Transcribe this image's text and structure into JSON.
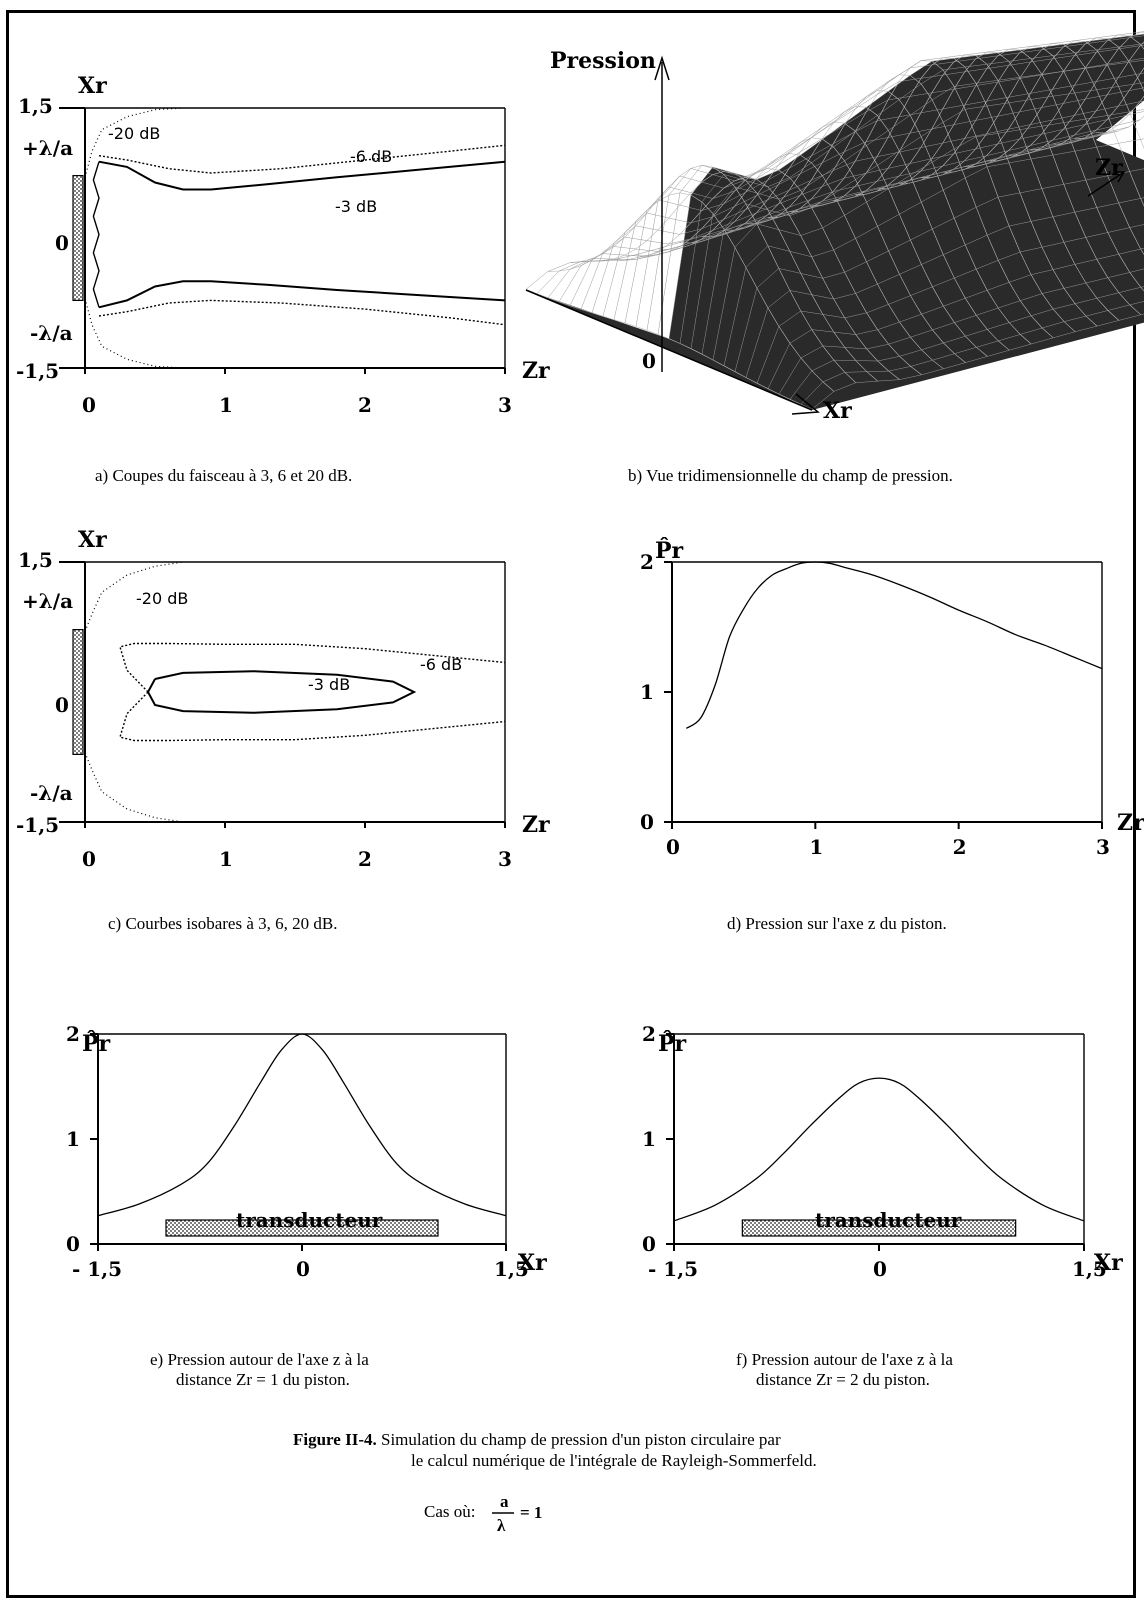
{
  "colors": {
    "ink": "#000000",
    "hatch": "#9a9a9a"
  },
  "panels": {
    "a": {
      "caption": "a)  Coupes du faisceau à 3, 6 et 20 dB.",
      "ylabel": "Xr",
      "xlabel": "Zr",
      "yticks": [
        "1,5",
        "+λ/a",
        "0",
        "-λ/a",
        "-1,5"
      ],
      "xticks": [
        "0",
        "1",
        "2",
        "3"
      ],
      "levels": [
        "-20 dB",
        "-6 dB",
        "-3 dB"
      ]
    },
    "b": {
      "caption": "b)  Vue tridimensionnelle du champ de pression.",
      "zlabel": "Pression",
      "axis_zr": "Zr",
      "axis_xr": "Xr",
      "origin": "0"
    },
    "c": {
      "caption": "c)  Courbes isobares à 3, 6, 20 dB.",
      "ylabel": "Xr",
      "xlabel": "Zr",
      "yticks": [
        "1,5",
        "+λ/a",
        "0",
        "-λ/a",
        "-1,5"
      ],
      "xticks": [
        "0",
        "1",
        "2",
        "3"
      ],
      "levels": [
        "-20 dB",
        "-6 dB",
        "-3 dB"
      ]
    },
    "d": {
      "caption": "d)  Pression sur l'axe z du piston.",
      "ylabel": "P̂r",
      "xlabel": "Zr"
    },
    "e": {
      "caption_1": "e)  Pression autour de l'axe z à la",
      "caption_2": "distance Zr = 1 du piston.",
      "ylabel": "P̂r",
      "xlabel": "Xr",
      "bar_label": "transducteur"
    },
    "f": {
      "caption_1": "f)  Pression autour de l'axe z à la",
      "caption_2": "distance  Zr = 2  du piston.",
      "ylabel": "P̂r",
      "xlabel": "Xr",
      "bar_label": "transducteur"
    }
  },
  "figure": {
    "label": "Figure II-4.",
    "line1": " Simulation du champ de pression d'un piston circulaire par",
    "line2": "le calcul numérique de l'intégrale de Rayleigh-Sommerfeld.",
    "case_text": "Cas où:",
    "frac_num": "a",
    "frac_den": "λ",
    "case_value": "= 1"
  },
  "chart_data": [
    {
      "id": "d",
      "type": "line",
      "title": "d)  Pression sur l'axe z du piston.",
      "xlabel": "Zr",
      "ylabel": "P̂r",
      "xlim": [
        0,
        3
      ],
      "ylim": [
        0,
        2
      ],
      "xticks": [
        0,
        1,
        2,
        3
      ],
      "yticks": [
        0,
        1,
        2
      ],
      "x": [
        0.1,
        0.2,
        0.3,
        0.4,
        0.5,
        0.6,
        0.7,
        0.8,
        0.9,
        1.0,
        1.1,
        1.2,
        1.4,
        1.6,
        1.8,
        2.0,
        2.2,
        2.4,
        2.6,
        2.8,
        3.0
      ],
      "y": [
        0.72,
        0.8,
        1.05,
        1.42,
        1.64,
        1.8,
        1.9,
        1.95,
        1.99,
        2.0,
        1.99,
        1.96,
        1.9,
        1.82,
        1.73,
        1.63,
        1.54,
        1.44,
        1.36,
        1.27,
        1.18
      ]
    },
    {
      "id": "e",
      "type": "line",
      "title": "e)  Pression autour de l'axe z à la distance Zr = 1 du piston.",
      "xlabel": "Xr",
      "ylabel": "P̂r",
      "xlim": [
        -1.5,
        1.5
      ],
      "ylim": [
        0,
        2
      ],
      "xticks": [
        "- 1,5",
        "0",
        "1,5"
      ],
      "yticks": [
        0,
        1,
        2
      ],
      "x": [
        -1.5,
        -1.2,
        -0.9,
        -0.7,
        -0.5,
        -0.3,
        -0.15,
        0,
        0.15,
        0.3,
        0.5,
        0.7,
        0.9,
        1.2,
        1.5
      ],
      "y": [
        0.27,
        0.38,
        0.56,
        0.76,
        1.12,
        1.55,
        1.85,
        2.0,
        1.85,
        1.55,
        1.12,
        0.76,
        0.56,
        0.38,
        0.27
      ],
      "transducer": [
        -1.0,
        1.0
      ]
    },
    {
      "id": "f",
      "type": "line",
      "title": "f)  Pression autour de l'axe z à la distance Zr = 2 du piston.",
      "xlabel": "Xr",
      "ylabel": "P̂r",
      "xlim": [
        -1.5,
        1.5
      ],
      "ylim": [
        0,
        2
      ],
      "xticks": [
        "- 1,5",
        "0",
        "1,5"
      ],
      "yticks": [
        0,
        1,
        2
      ],
      "x": [
        -1.5,
        -1.2,
        -0.9,
        -0.7,
        -0.5,
        -0.3,
        -0.15,
        0,
        0.15,
        0.3,
        0.5,
        0.7,
        0.9,
        1.2,
        1.5
      ],
      "y": [
        0.22,
        0.37,
        0.62,
        0.86,
        1.13,
        1.38,
        1.53,
        1.58,
        1.53,
        1.38,
        1.13,
        0.86,
        0.62,
        0.37,
        0.22
      ],
      "transducer": [
        -1.0,
        1.0
      ]
    },
    {
      "id": "c",
      "type": "contour",
      "title": "c)  Courbes isobares à 3, 6, 20 dB.",
      "xlabel": "Zr",
      "ylabel": "Xr",
      "xlim": [
        0,
        3
      ],
      "ylim": [
        -1.5,
        1.5
      ],
      "levels": [
        "-3 dB",
        "-6 dB",
        "-20 dB"
      ],
      "contour_minus3": {
        "x": [
          0.5,
          0.7,
          1.2,
          1.8,
          2.2,
          2.35,
          2.2,
          1.8,
          1.2,
          0.7,
          0.5,
          0.45,
          0.5
        ],
        "y": [
          0.15,
          0.22,
          0.24,
          0.2,
          0.12,
          0.0,
          -0.12,
          -0.2,
          -0.24,
          -0.22,
          -0.15,
          0.0,
          0.15
        ]
      },
      "contour_minus6_top": {
        "x": [
          0.45,
          0.3,
          0.25,
          0.35,
          0.6,
          1.0,
          1.5,
          2.0,
          2.5,
          3.0
        ],
        "y": [
          0.0,
          0.25,
          0.52,
          0.56,
          0.56,
          0.55,
          0.55,
          0.5,
          0.42,
          0.34
        ]
      },
      "contour_minus6_bot": {
        "x": [
          0.45,
          0.3,
          0.25,
          0.35,
          0.6,
          1.0,
          1.5,
          2.0,
          2.5,
          3.0
        ],
        "y": [
          0.0,
          -0.25,
          -0.52,
          -0.56,
          -0.56,
          -0.55,
          -0.55,
          -0.5,
          -0.42,
          -0.34
        ]
      },
      "contour_minus20_top": {
        "x": [
          0.0,
          0.05,
          0.12,
          0.3,
          0.5,
          0.7
        ],
        "y": [
          0.7,
          0.9,
          1.15,
          1.35,
          1.45,
          1.5
        ]
      },
      "contour_minus20_bot": {
        "x": [
          0.0,
          0.05,
          0.12,
          0.3,
          0.5,
          0.7
        ],
        "y": [
          -0.7,
          -0.9,
          -1.15,
          -1.35,
          -1.45,
          -1.5
        ]
      }
    },
    {
      "id": "a",
      "type": "contour",
      "title": "a)  Coupes du faisceau à 3, 6 et 20 dB.",
      "xlabel": "Zr",
      "ylabel": "Xr",
      "xlim": [
        0,
        3
      ],
      "ylim": [
        -1.5,
        1.5
      ],
      "levels": [
        "-3 dB",
        "-6 dB",
        "-20 dB"
      ],
      "contour_minus3_top": {
        "x": [
          0.1,
          0.3,
          0.5,
          0.7,
          0.9,
          1.3,
          1.8,
          2.4,
          3.0
        ],
        "y": [
          0.88,
          0.82,
          0.64,
          0.56,
          0.56,
          0.62,
          0.7,
          0.79,
          0.88
        ]
      },
      "contour_minus3_bot": {
        "x": [
          0.1,
          0.3,
          0.5,
          0.7,
          0.9,
          1.3,
          1.8,
          2.4,
          3.0
        ],
        "y": [
          -0.8,
          -0.72,
          -0.56,
          -0.5,
          -0.5,
          -0.54,
          -0.6,
          -0.66,
          -0.72
        ]
      },
      "contour_minus6_top": {
        "x": [
          0.1,
          0.3,
          0.6,
          0.9,
          1.4,
          2.0,
          2.6,
          3.0
        ],
        "y": [
          0.95,
          0.9,
          0.8,
          0.75,
          0.8,
          0.9,
          1.0,
          1.07
        ]
      },
      "contour_minus6_bot": {
        "x": [
          0.1,
          0.3,
          0.6,
          0.9,
          1.4,
          2.0,
          2.6,
          3.0
        ],
        "y": [
          -0.9,
          -0.85,
          -0.75,
          -0.72,
          -0.75,
          -0.82,
          -0.92,
          -1.0
        ]
      },
      "contour_minus20_top": {
        "x": [
          0.0,
          0.05,
          0.12,
          0.3,
          0.5,
          0.7
        ],
        "y": [
          0.7,
          1.0,
          1.25,
          1.4,
          1.48,
          1.5
        ]
      },
      "contour_minus20_bot": {
        "x": [
          0.0,
          0.05,
          0.12,
          0.3,
          0.5,
          0.7
        ],
        "y": [
          -0.7,
          -1.0,
          -1.25,
          -1.4,
          -1.48,
          -1.5
        ]
      }
    }
  ]
}
